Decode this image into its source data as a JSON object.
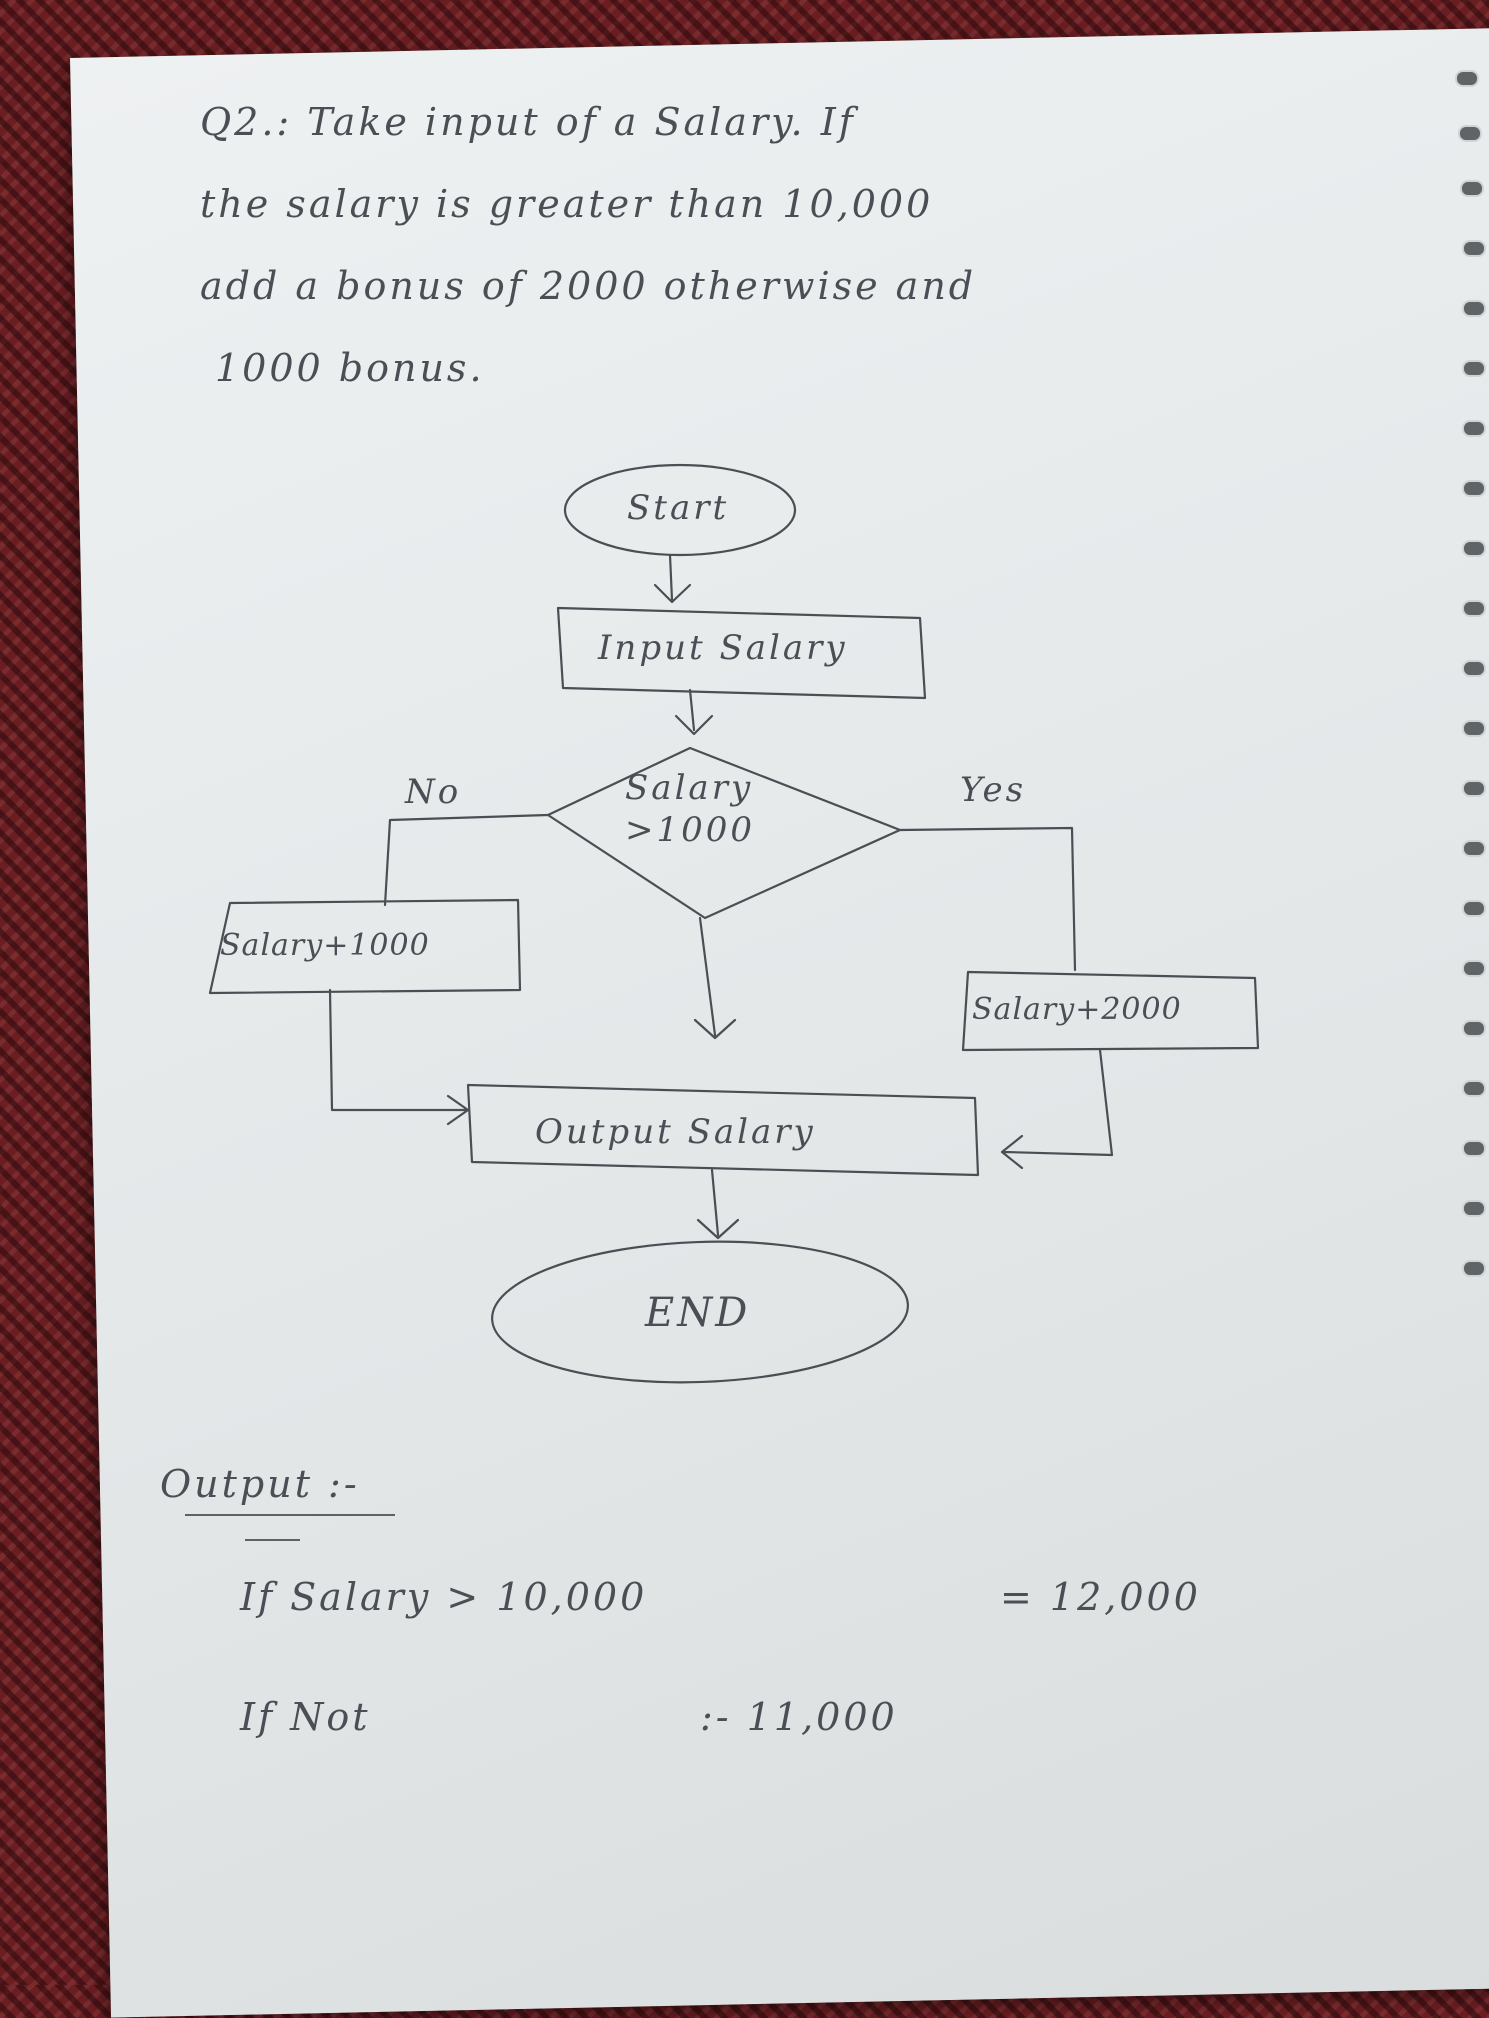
{
  "question": {
    "lines": [
      "Q2.: Take input of a Salary. If",
      "the salary is greater than 10,000",
      "add a bonus of 2000 otherwise and",
      "1000 bonus."
    ]
  },
  "flowchart": {
    "start": "Start",
    "input": "Input Salary",
    "decision_line1": "Salary",
    "decision_line2": ">1000",
    "no_label": "No",
    "yes_label": "Yes",
    "no_branch": "Salary+1000",
    "yes_branch": "Salary+2000",
    "output": "Output Salary",
    "end": "END"
  },
  "output_section": {
    "heading": "Output :-",
    "line1_left": "If Salary > 10,000",
    "line1_right": "= 12,000",
    "line2_left": "If Not",
    "line2_right": ":- 11,000"
  }
}
